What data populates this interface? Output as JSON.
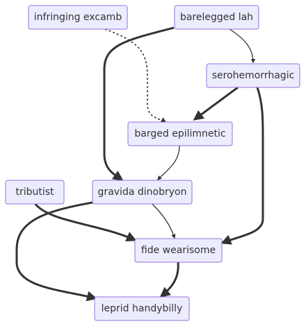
{
  "nodes": {
    "infringing_excamb": "infringing excamb",
    "barelegged_lah": "barelegged lah",
    "serohemorrhagic": "serohemorrhagic",
    "barged_epilimnetic": "barged epilimnetic",
    "tributist": "tributist",
    "gravida_dinobryon": "gravida dinobryon",
    "fide_wearisome": "fide wearisome",
    "leprid_handybilly": "leprid handybilly"
  },
  "edges": [
    {
      "from": "infringing excamb",
      "to": "barged epilimnetic",
      "style": "dotted"
    },
    {
      "from": "barelegged lah",
      "to": "serohemorrhagic",
      "style": "normal"
    },
    {
      "from": "barelegged lah",
      "to": "gravida dinobryon",
      "style": "thick"
    },
    {
      "from": "serohemorrhagic",
      "to": "barged epilimnetic",
      "style": "thick"
    },
    {
      "from": "serohemorrhagic",
      "to": "fide wearisome",
      "style": "thick"
    },
    {
      "from": "barged epilimnetic",
      "to": "gravida dinobryon",
      "style": "normal"
    },
    {
      "from": "tributist",
      "to": "fide wearisome",
      "style": "thick"
    },
    {
      "from": "gravida dinobryon",
      "to": "fide wearisome",
      "style": "normal"
    },
    {
      "from": "gravida dinobryon",
      "to": "leprid handybilly",
      "style": "thick"
    },
    {
      "from": "fide wearisome",
      "to": "leprid handybilly",
      "style": "thick"
    }
  ],
  "colors": {
    "node_fill": "#ECECFF",
    "node_stroke": "#9370DB",
    "edge": "#333333",
    "text": "#333333"
  }
}
